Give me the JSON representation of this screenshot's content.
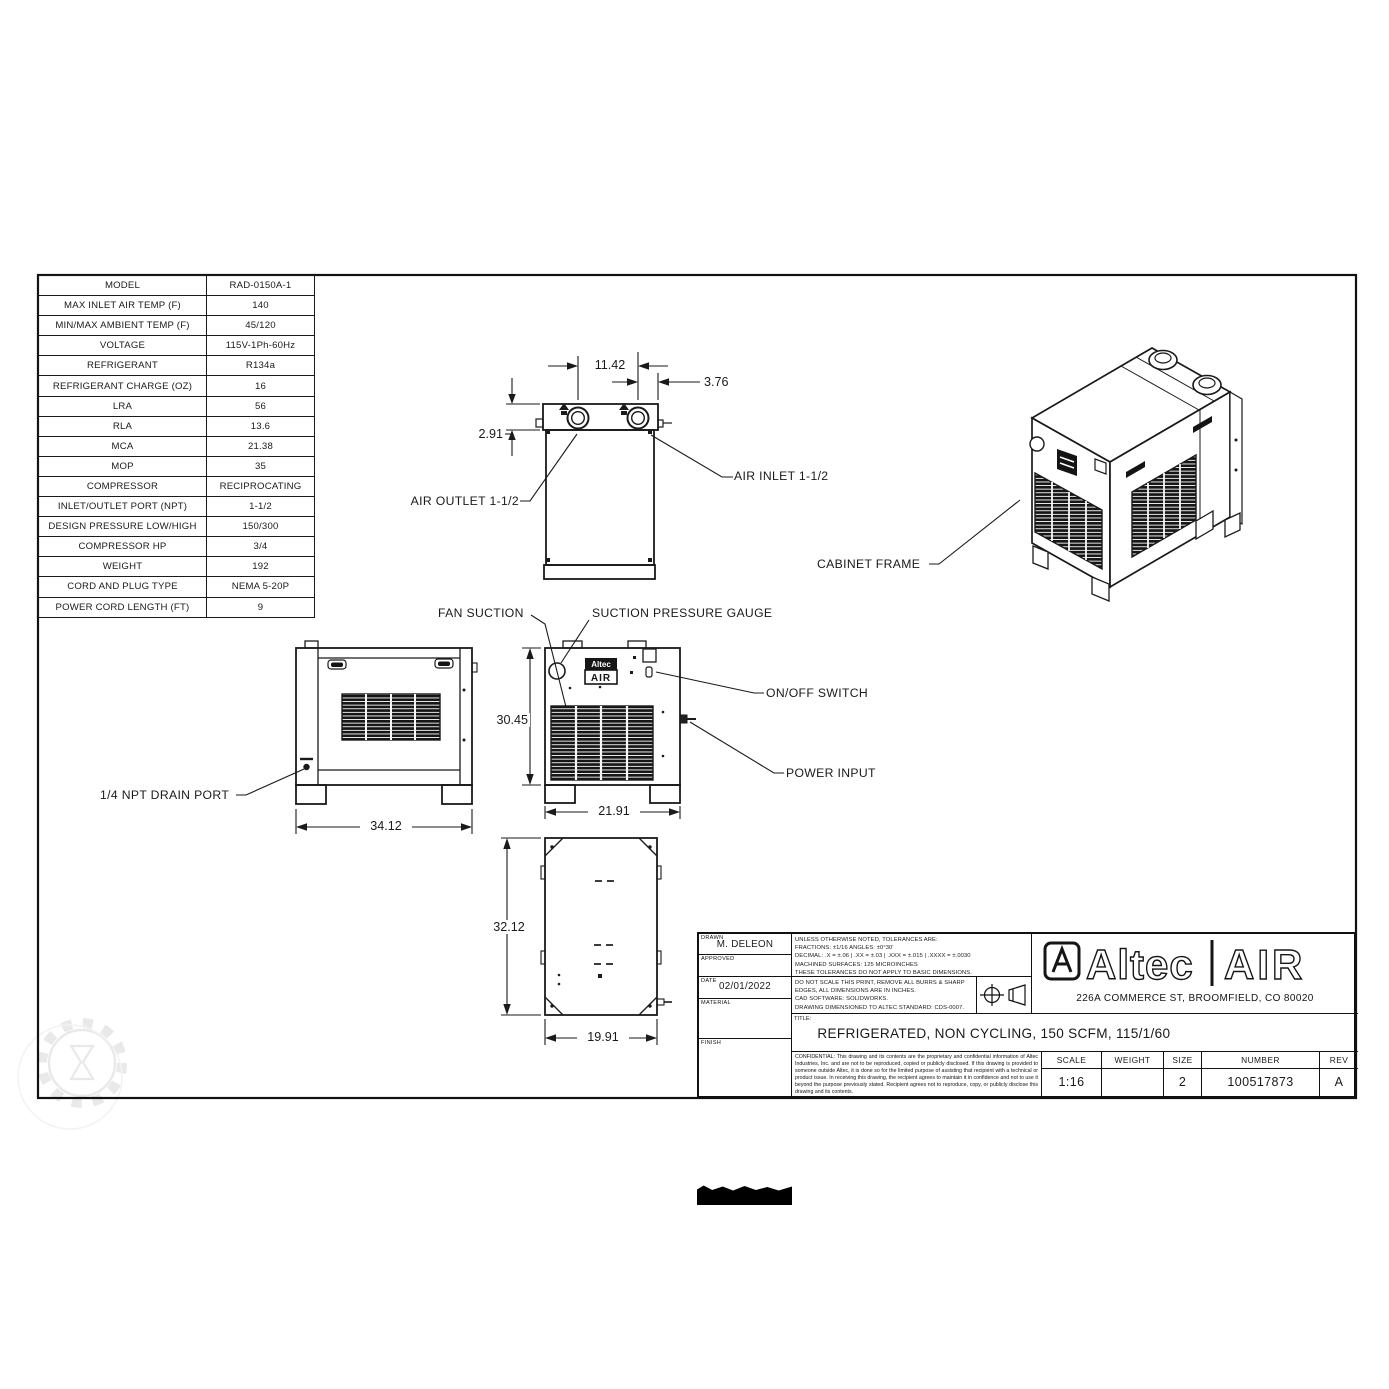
{
  "spec_table": {
    "rows": [
      {
        "label": "MODEL",
        "value": "RAD-0150A-1"
      },
      {
        "label": "MAX INLET AIR TEMP (F)",
        "value": "140"
      },
      {
        "label": "MIN/MAX AMBIENT TEMP (F)",
        "value": "45/120"
      },
      {
        "label": "VOLTAGE",
        "value": "115V-1Ph-60Hz"
      },
      {
        "label": "REFRIGERANT",
        "value": "R134a"
      },
      {
        "label": "REFRIGERANT CHARGE (OZ)",
        "value": "16"
      },
      {
        "label": "LRA",
        "value": "56"
      },
      {
        "label": "RLA",
        "value": "13.6"
      },
      {
        "label": "MCA",
        "value": "21.38"
      },
      {
        "label": "MOP",
        "value": "35"
      },
      {
        "label": "COMPRESSOR",
        "value": "RECIPROCATING"
      },
      {
        "label": "INLET/OUTLET PORT (NPT)",
        "value": "1-1/2"
      },
      {
        "label": "DESIGN PRESSURE LOW/HIGH",
        "value": "150/300"
      },
      {
        "label": "COMPRESSOR HP",
        "value": "3/4"
      },
      {
        "label": "WEIGHT",
        "value": "192"
      },
      {
        "label": "CORD AND PLUG TYPE",
        "value": "NEMA 5-20P"
      },
      {
        "label": "POWER CORD LENGTH (FT)",
        "value": "9"
      }
    ]
  },
  "callouts": {
    "air_outlet": "AIR OUTLET 1-1/2",
    "air_inlet": "AIR INLET 1-1/2",
    "fan_suction": "FAN SUCTION",
    "suction_gauge": "SUCTION PRESSURE GAUGE",
    "on_off_switch": "ON/OFF SWITCH",
    "power_input": "POWER INPUT",
    "cabinet_frame": "CABINET FRAME",
    "drain_port": "1/4 NPT DRAIN PORT"
  },
  "dims": {
    "port_spacing": "11.42",
    "inlet_to_edge": "3.76",
    "top_band": "2.91",
    "height": "30.45",
    "front_width": "21.91",
    "side_width": "34.12",
    "bottom_depth": "32.12",
    "bottom_width": "19.91"
  },
  "unit_logo": {
    "line1": "Altec",
    "line2": "AIR"
  },
  "title_block": {
    "drawn_label": "DRAWN",
    "drawn_value": "M. DELEON",
    "approved_label": "APPROVED",
    "date_label": "DATE",
    "date_value": "02/01/2022",
    "material_label": "MATERIAL",
    "finish_label": "FINISH",
    "tolerance_lines": [
      "UNLESS OTHERWISE NOTED, TOLERANCES ARE:",
      "FRACTIONS: ±1/16    ANGLES: ±0°30'",
      "DECIMAL:  .X = ±.06  |  .XX = ±.03  |  .XXX = ±.015  |  .XXXX = ±.0030",
      "MACHINED SURFACES: 125 MICROINCHES",
      "THESE TOLERANCES DO NOT APPLY TO BASIC DIMENSIONS."
    ],
    "note_lines": [
      "DO NOT SCALE THIS PRINT, REMOVE ALL BURRS & SHARP",
      "EDGES, ALL DIMENSIONS ARE IN INCHES.",
      "CAD SOFTWARE: SOLIDWORKS.",
      "DRAWING DIMENSIONED TO ALTEC STANDARD: CDS-0007."
    ],
    "title_label": "TITLE:",
    "title_value": "REFRIGERATED, NON CYCLING, 150 SCFM, 115/1/60",
    "confidential": "CONFIDENTIAL: This drawing and its contents are the proprietary and confidential information of Altec Industries, Inc. and are not to be reproduced, copied or publicly disclosed. If this drawing is provided to someone outside Altec, it is done so for the limited purpose of assisting that recipient with a technical or product issue. In receiving this drawing, the recipient agrees to maintain it in confidence and not to use it beyond the purpose previously stated. Recipient agrees not to reproduce, copy, or publicly disclose this drawing and its contents.",
    "scale_label": "SCALE",
    "scale_value": "1:16",
    "weight_label": "WEIGHT",
    "weight_value": "",
    "size_label": "SIZE",
    "size_value": "2",
    "number_label": "NUMBER",
    "number_value": "100517873",
    "rev_label": "REV",
    "rev_value": "A",
    "logo": {
      "brand_left": "Altec",
      "brand_right": "AIR",
      "address": "226A COMMERCE ST, BROOMFIELD, CO 80020"
    }
  },
  "colors": {
    "ink": "#1a1a1a",
    "paper": "#ffffff",
    "vent_dark": "#161616",
    "watermark": "#e9e9e9"
  }
}
